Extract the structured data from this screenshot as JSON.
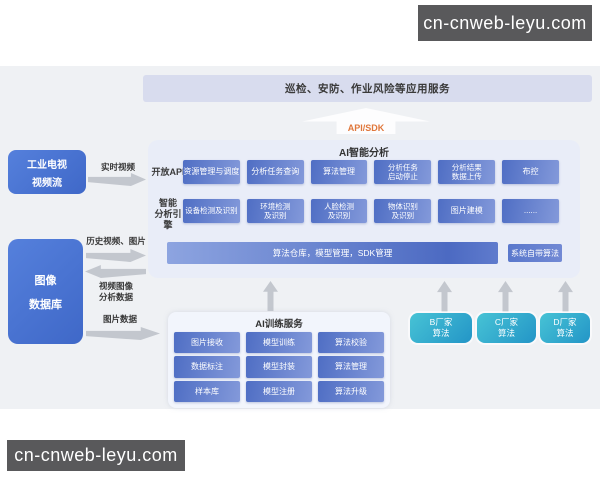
{
  "watermark": {
    "text": "cn-cnweb-leyu.com"
  },
  "banner": {
    "label": "巡检、安防、作业风险等应用服务"
  },
  "api_arrow": {
    "label": "API/SDK"
  },
  "ai_analysis": {
    "title": "AI智能分析",
    "rows": [
      {
        "label": "开放API",
        "boxes": [
          "资源管理与调度",
          "分析任务查询",
          "算法管理",
          "分析任务\n启动停止",
          "分析结果\n数据上传",
          "布控"
        ]
      },
      {
        "label": "智能\n分析引擎",
        "boxes": [
          "设备检测及识别",
          "环境检测\n及识别",
          "人脸检测\n及识别",
          "物体识别\n及识别",
          "图片建模",
          "......"
        ]
      }
    ],
    "repo_bar": "算法仓库，模型管理，SDK管理",
    "system_box": "系统自带算法"
  },
  "sources": {
    "video_stream": {
      "line1": "工业电视",
      "line2": "视频流"
    },
    "image_db": {
      "line1": "图像",
      "line2": "数据库"
    }
  },
  "flows": {
    "realtime": "实时视频",
    "history": "历史视频、图片",
    "analysis_back": "视频图像\n分析数据",
    "image_data": "图片数据"
  },
  "training": {
    "title": "AI训练服务",
    "boxes": [
      "图片接收",
      "模型训练",
      "算法校验",
      "数据标注",
      "模型封装",
      "算法管理",
      "样本库",
      "模型注册",
      "算法升级"
    ]
  },
  "vendors": [
    "B厂家\n算法",
    "C厂家\n算法",
    "D厂家\n算法"
  ],
  "colors": {
    "accent_blue": "#4f6ec4",
    "vendor_teal": "#2395c7",
    "band_gray": "#eff1f4",
    "panel_blue": "#e9edf8",
    "banner_lavender": "#d8dcee",
    "api_label_orange": "#e0773b",
    "watermark_bg": "#59595b",
    "arrow_gray": "#c3c7ce"
  }
}
